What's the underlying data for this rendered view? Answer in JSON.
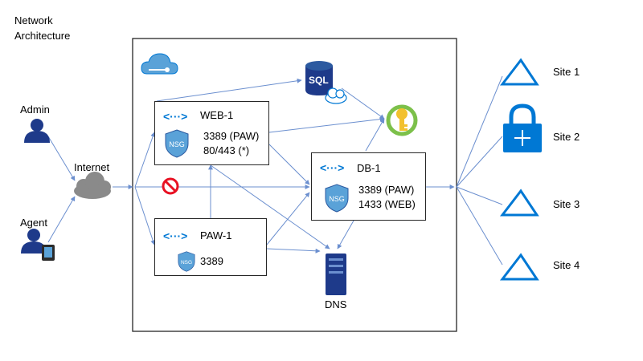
{
  "title": {
    "line1": "Network",
    "line2": "Architecture"
  },
  "actors": {
    "admin": "Admin",
    "agent": "Agent",
    "internet": "Internet"
  },
  "vms": {
    "web": {
      "name": "WEB-1",
      "badge": "NSG",
      "rules": [
        "3389 (PAW)",
        "80/443 (*)"
      ]
    },
    "db": {
      "name": "DB-1",
      "badge": "NSG",
      "rules": [
        "3389 (PAW)",
        "1433 (WEB)"
      ]
    },
    "paw": {
      "name": "PAW-1",
      "badge": "NSG",
      "rules": [
        "3389"
      ]
    }
  },
  "services": {
    "sql": "SQL",
    "dns": "DNS"
  },
  "sites": [
    "Site 1",
    "Site 2",
    "Site 3",
    "Site 4"
  ],
  "icons": {
    "cloud": "azure-cloud-icon",
    "vnet": "vnet-dots-icon",
    "nsg": "nsg-shield-icon",
    "sql": "sql-database-icon",
    "key": "key-vault-icon",
    "server": "dns-server-icon",
    "block": "blocked-icon",
    "triangle": "site-network-icon",
    "vpn": "vpn-gateway-lock-icon"
  },
  "colors": {
    "azure_blue": "#0078d4",
    "dark_blue": "#1e3a8a",
    "line_blue": "#6b8fcf",
    "shield": "#5aa2d8",
    "key_green": "#7cc04a",
    "key_yellow": "#f2c12e",
    "block_red": "#e81123",
    "cloud_grey": "#8a8a8a"
  }
}
